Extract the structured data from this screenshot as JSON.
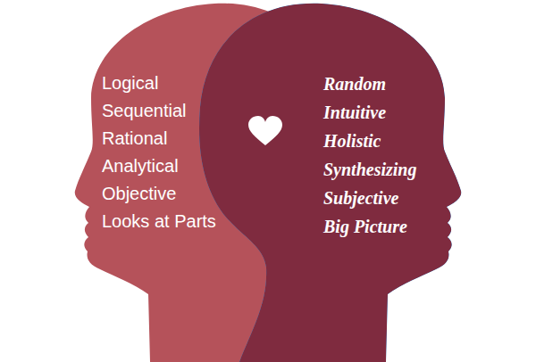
{
  "diagram": {
    "nodes": [
      {
        "text": [
          "Logical",
          "Sequential",
          "Rational",
          "Analytical",
          "Objective",
          "Looks at Parts"
        ]
      },
      {
        "text": [
          "Random",
          "Intuitive",
          "Holistic",
          "Synthesizing",
          "Subjective",
          "Big Picture"
        ]
      }
    ]
  }
}
